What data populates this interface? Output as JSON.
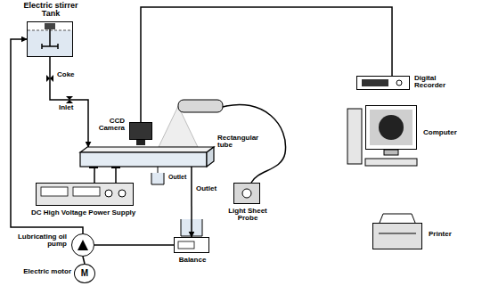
{
  "diagram": {
    "nodes": [
      {
        "text": [
          "Electric stirrer Tank"
        ]
      },
      {
        "text": [
          "Rectangular tube"
        ]
      },
      {
        "text": [
          "DC High Voltage Power Supply"
        ]
      },
      {
        "text": [
          "Lubricating oil pump"
        ]
      },
      {
        "text": [
          "M",
          "Electric motor"
        ]
      },
      {
        "text": [
          "Balance"
        ]
      },
      {
        "text": [
          "Digital Recorder"
        ]
      },
      {
        "text": [
          "Computer"
        ]
      },
      {
        "text": [
          "Printer"
        ]
      },
      {
        "text": [
          "CCD Camera"
        ]
      },
      {
        "text": [
          "Light Sheet Probe"
        ]
      }
    ],
    "edges": [
      {
        "from": 0,
        "to": 1,
        "arrow": "to"
      },
      {
        "from": 1,
        "to": 5,
        "arrow": "to"
      },
      {
        "from": 5,
        "to": 3,
        "arrow": "none"
      },
      {
        "from": 3,
        "to": 0,
        "arrow": "to"
      },
      {
        "from": 3,
        "to": 4,
        "arrow": "none"
      },
      {
        "from": 2,
        "to": 1,
        "arrow": "none"
      },
      {
        "from": 9,
        "to": 6,
        "arrow": "none"
      }
    ],
    "labels": [
      "Coke",
      "Inlet",
      "Outlet",
      "Outlet"
    ]
  }
}
